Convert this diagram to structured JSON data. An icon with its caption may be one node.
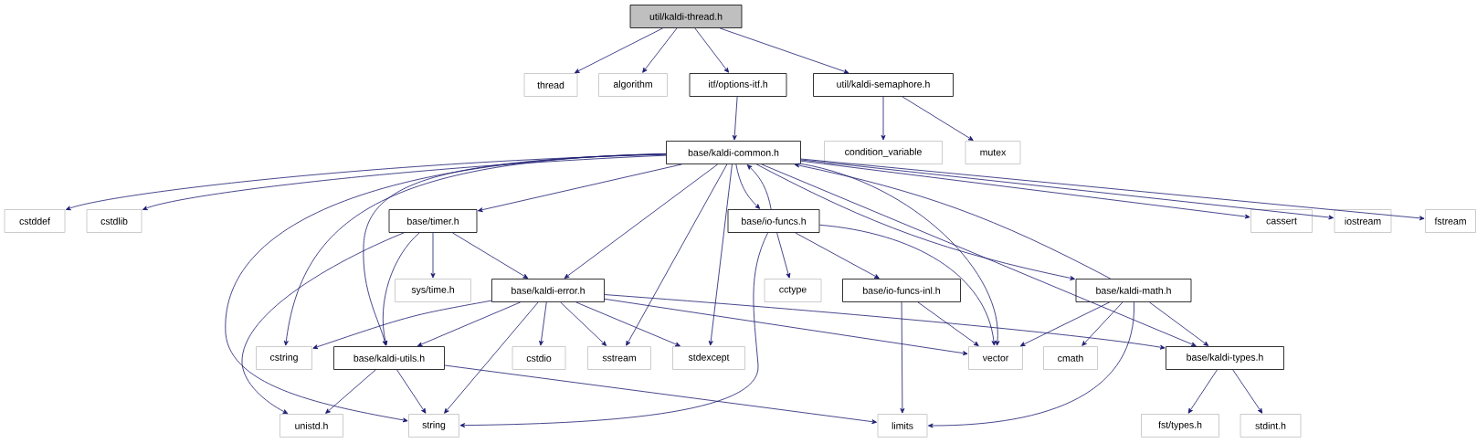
{
  "diagram": {
    "nodes": [
      {
        "text": [
          "util/kaldi-thread.h"
        ]
      },
      {
        "text": [
          "thread"
        ]
      },
      {
        "text": [
          "algorithm"
        ]
      },
      {
        "text": [
          "itf/options-itf.h"
        ]
      },
      {
        "text": [
          "util/kaldi-semaphore.h"
        ]
      },
      {
        "text": [
          "base/kaldi-common.h"
        ]
      },
      {
        "text": [
          "condition_variable"
        ]
      },
      {
        "text": [
          "mutex"
        ]
      },
      {
        "text": [
          "cstddef"
        ]
      },
      {
        "text": [
          "cstdlib"
        ]
      },
      {
        "text": [
          "base/timer.h"
        ]
      },
      {
        "text": [
          "base/io-funcs.h"
        ]
      },
      {
        "text": [
          "cassert"
        ]
      },
      {
        "text": [
          "iostream"
        ]
      },
      {
        "text": [
          "fstream"
        ]
      },
      {
        "text": [
          "sys/time.h"
        ]
      },
      {
        "text": [
          "base/kaldi-error.h"
        ]
      },
      {
        "text": [
          "cctype"
        ]
      },
      {
        "text": [
          "base/io-funcs-inl.h"
        ]
      },
      {
        "text": [
          "base/kaldi-math.h"
        ]
      },
      {
        "text": [
          "cstring"
        ]
      },
      {
        "text": [
          "base/kaldi-utils.h"
        ]
      },
      {
        "text": [
          "cstdio"
        ]
      },
      {
        "text": [
          "sstream"
        ]
      },
      {
        "text": [
          "stdexcept"
        ]
      },
      {
        "text": [
          "vector"
        ]
      },
      {
        "text": [
          "cmath"
        ]
      },
      {
        "text": [
          "base/kaldi-types.h"
        ]
      },
      {
        "text": [
          "unistd.h"
        ]
      },
      {
        "text": [
          "string"
        ]
      },
      {
        "text": [
          "limits"
        ]
      },
      {
        "text": [
          "fst/types.h"
        ]
      },
      {
        "text": [
          "stdint.h"
        ]
      }
    ],
    "edges": [
      {
        "from": 0,
        "to": 1,
        "arrow": "to"
      },
      {
        "from": 0,
        "to": 2,
        "arrow": "to"
      },
      {
        "from": 0,
        "to": 3,
        "arrow": "to"
      },
      {
        "from": 0,
        "to": 4,
        "arrow": "to"
      },
      {
        "from": 3,
        "to": 5,
        "arrow": "to"
      },
      {
        "from": 4,
        "to": 6,
        "arrow": "to"
      },
      {
        "from": 4,
        "to": 7,
        "arrow": "to"
      },
      {
        "from": 5,
        "to": 8,
        "arrow": "to"
      },
      {
        "from": 5,
        "to": 9,
        "arrow": "to"
      },
      {
        "from": 5,
        "to": 10,
        "arrow": "to"
      },
      {
        "from": 5,
        "to": 20,
        "arrow": "to"
      },
      {
        "from": 5,
        "to": 29,
        "arrow": "to"
      },
      {
        "from": 5,
        "to": 21,
        "arrow": "to"
      },
      {
        "from": 5,
        "to": 16,
        "arrow": "to"
      },
      {
        "from": 5,
        "to": 23,
        "arrow": "to"
      },
      {
        "from": 5,
        "to": 24,
        "arrow": "to"
      },
      {
        "from": 5,
        "to": 11,
        "arrow": "to"
      },
      {
        "from": 5,
        "to": 25,
        "arrow": "to"
      },
      {
        "from": 5,
        "to": 19,
        "arrow": "to"
      },
      {
        "from": 5,
        "to": 27,
        "arrow": "to"
      },
      {
        "from": 5,
        "to": 12,
        "arrow": "to"
      },
      {
        "from": 5,
        "to": 13,
        "arrow": "to"
      },
      {
        "from": 5,
        "to": 14,
        "arrow": "to"
      },
      {
        "from": 11,
        "to": 5,
        "arrow": "to"
      },
      {
        "from": 19,
        "to": 5,
        "arrow": "to"
      },
      {
        "from": 10,
        "to": 28,
        "arrow": "to"
      },
      {
        "from": 10,
        "to": 21,
        "arrow": "to"
      },
      {
        "from": 10,
        "to": 15,
        "arrow": "to"
      },
      {
        "from": 10,
        "to": 16,
        "arrow": "to"
      },
      {
        "from": 11,
        "to": 29,
        "arrow": "to"
      },
      {
        "from": 11,
        "to": 17,
        "arrow": "to"
      },
      {
        "from": 11,
        "to": 18,
        "arrow": "to"
      },
      {
        "from": 11,
        "to": 25,
        "arrow": "to"
      },
      {
        "from": 16,
        "to": 20,
        "arrow": "to"
      },
      {
        "from": 16,
        "to": 21,
        "arrow": "to"
      },
      {
        "from": 16,
        "to": 29,
        "arrow": "to"
      },
      {
        "from": 16,
        "to": 22,
        "arrow": "to"
      },
      {
        "from": 16,
        "to": 23,
        "arrow": "to"
      },
      {
        "from": 16,
        "to": 24,
        "arrow": "to"
      },
      {
        "from": 16,
        "to": 25,
        "arrow": "to"
      },
      {
        "from": 16,
        "to": 27,
        "arrow": "to"
      },
      {
        "from": 18,
        "to": 30,
        "arrow": "to"
      },
      {
        "from": 18,
        "to": 25,
        "arrow": "to"
      },
      {
        "from": 19,
        "to": 25,
        "arrow": "to"
      },
      {
        "from": 19,
        "to": 26,
        "arrow": "to"
      },
      {
        "from": 19,
        "to": 27,
        "arrow": "to"
      },
      {
        "from": 19,
        "to": 30,
        "arrow": "to"
      },
      {
        "from": 21,
        "to": 28,
        "arrow": "to"
      },
      {
        "from": 21,
        "to": 29,
        "arrow": "to"
      },
      {
        "from": 21,
        "to": 30,
        "arrow": "to"
      },
      {
        "from": 27,
        "to": 31,
        "arrow": "to"
      },
      {
        "from": 27,
        "to": 32,
        "arrow": "to"
      }
    ]
  }
}
